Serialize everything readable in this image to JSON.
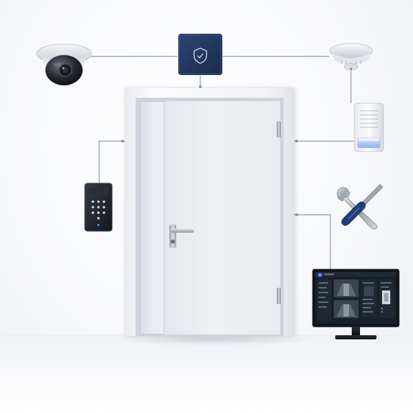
{
  "diagram": {
    "components": [
      {
        "id": "dome-camera",
        "icon": "dome-camera-icon"
      },
      {
        "id": "access-controller",
        "icon": "shield-icon"
      },
      {
        "id": "smoke-detector",
        "icon": "smoke-detector-icon"
      },
      {
        "id": "siren-strobe",
        "icon": "siren-icon"
      },
      {
        "id": "keypad-reader",
        "icon": "keypad-icon"
      },
      {
        "id": "maintenance-tools",
        "icon": "wrench-screwdriver-icon"
      },
      {
        "id": "monitoring-workstation",
        "icon": "monitor-icon"
      },
      {
        "id": "door",
        "icon": "door-icon"
      }
    ],
    "colors": {
      "connector": "#8a97ab",
      "controller": "#23375f",
      "keypad": "#1f232a",
      "monitor": "#14171c",
      "door": "#e9ecf0"
    }
  }
}
